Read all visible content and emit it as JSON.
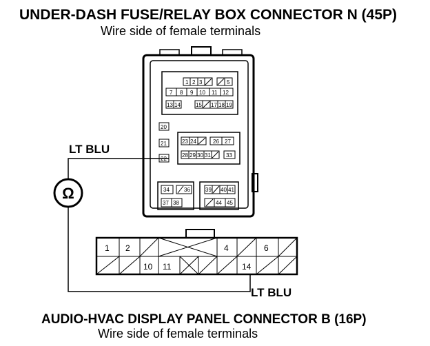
{
  "top_title": "UNDER-DASH FUSE/RELAY BOX CONNECTOR N (45P)",
  "top_subtitle": "Wire side of female terminals",
  "bottom_title": "AUDIO-HVAC DISPLAY PANEL CONNECTOR B (16P)",
  "bottom_subtitle": "Wire side of female terminals",
  "wire_label_top": "LT BLU",
  "wire_label_bottom": "LT BLU",
  "meter_symbol": "Ω",
  "fuse_box": {
    "pins": {
      "p1": "1",
      "p2": "2",
      "p3": "3",
      "p5": "5",
      "p7": "7",
      "p8": "8",
      "p9": "9",
      "p10": "10",
      "p11": "11",
      "p12": "12",
      "p13": "13",
      "p14": "14",
      "p15": "15",
      "p17": "17",
      "p18": "18",
      "p19": "19",
      "p20": "20",
      "p21": "21",
      "p22": "22",
      "p23": "23",
      "p24": "24",
      "p26": "26",
      "p27": "27",
      "p28": "28",
      "p29": "29",
      "p30": "30",
      "p31": "31",
      "p33": "33",
      "p34": "34",
      "p36": "36",
      "p37": "37",
      "p38": "38",
      "p39": "39",
      "p40": "40",
      "p41": "41",
      "p44": "44",
      "p45": "45"
    }
  },
  "display_connector": {
    "pins": {
      "p1": "1",
      "p2": "2",
      "p4": "4",
      "p6": "6",
      "p10": "10",
      "p11": "11",
      "p14": "14"
    }
  }
}
